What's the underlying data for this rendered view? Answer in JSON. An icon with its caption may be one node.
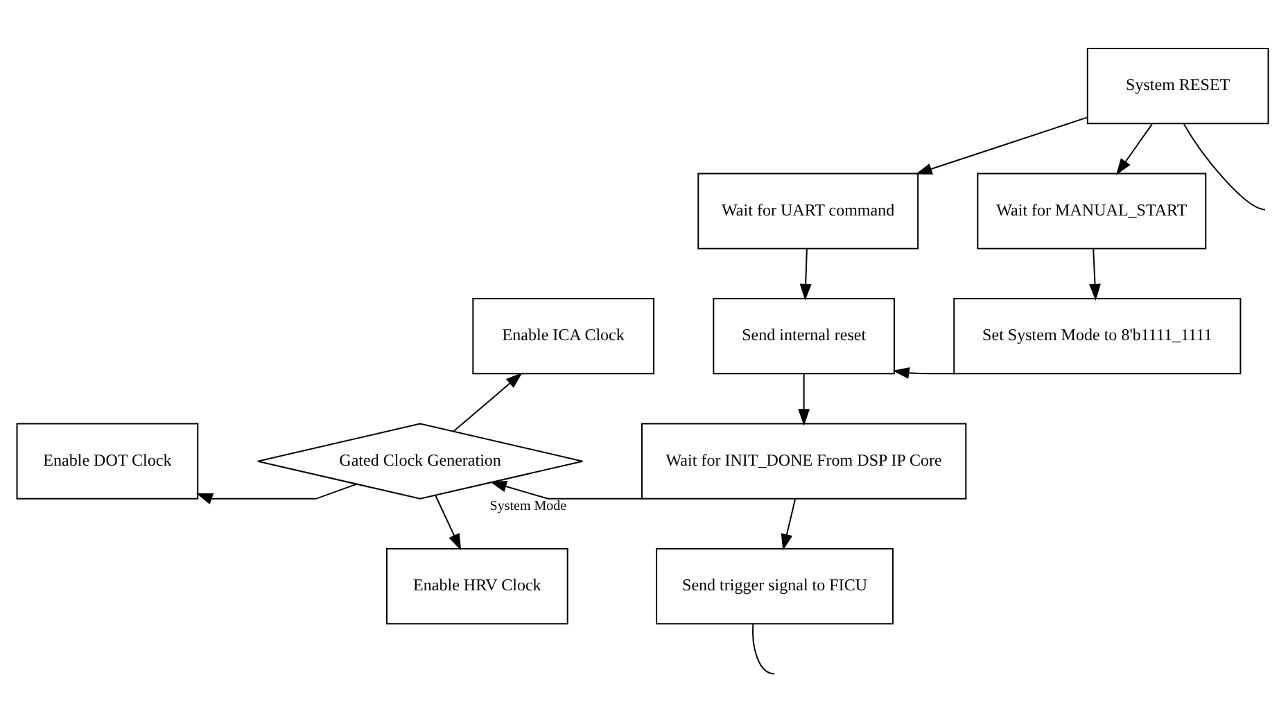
{
  "diagram": {
    "nodes": [
      {
        "text": [
          "System RESET"
        ]
      },
      {
        "text": [
          "Wait for UART command"
        ]
      },
      {
        "text": [
          "Wait for MANUAL_START"
        ]
      },
      {
        "text": [
          "Enable ICA Clock"
        ]
      },
      {
        "text": [
          "Send internal reset"
        ]
      },
      {
        "text": [
          "Set System Mode to 8'b1111_1111"
        ]
      },
      {
        "text": [
          "Gated Clock Generation"
        ]
      },
      {
        "text": [
          "Enable DOT Clock"
        ]
      },
      {
        "text": [
          "Wait for INIT_DONE From DSP IP Core"
        ]
      },
      {
        "text": [
          "Enable HRV Clock"
        ]
      },
      {
        "text": [
          "Send trigger signal to FICU"
        ]
      }
    ],
    "edges": [
      {
        "from": 0,
        "to": 1,
        "arrow": "to"
      },
      {
        "from": 0,
        "to": 2,
        "arrow": "to"
      },
      {
        "from": 0,
        "to": null,
        "arrow": "none"
      },
      {
        "from": 1,
        "to": 4,
        "arrow": "to"
      },
      {
        "from": 2,
        "to": 5,
        "arrow": "to"
      },
      {
        "from": 5,
        "to": 4,
        "arrow": "to"
      },
      {
        "from": 4,
        "to": 8,
        "arrow": "to"
      },
      {
        "from": 8,
        "to": 6,
        "arrow": "to",
        "label": "System Mode"
      },
      {
        "from": 6,
        "to": 3,
        "arrow": "to"
      },
      {
        "from": 6,
        "to": 7,
        "arrow": "to"
      },
      {
        "from": 6,
        "to": 9,
        "arrow": "to"
      },
      {
        "from": 8,
        "to": 10,
        "arrow": "to"
      },
      {
        "from": 10,
        "to": null,
        "arrow": "none"
      }
    ]
  }
}
